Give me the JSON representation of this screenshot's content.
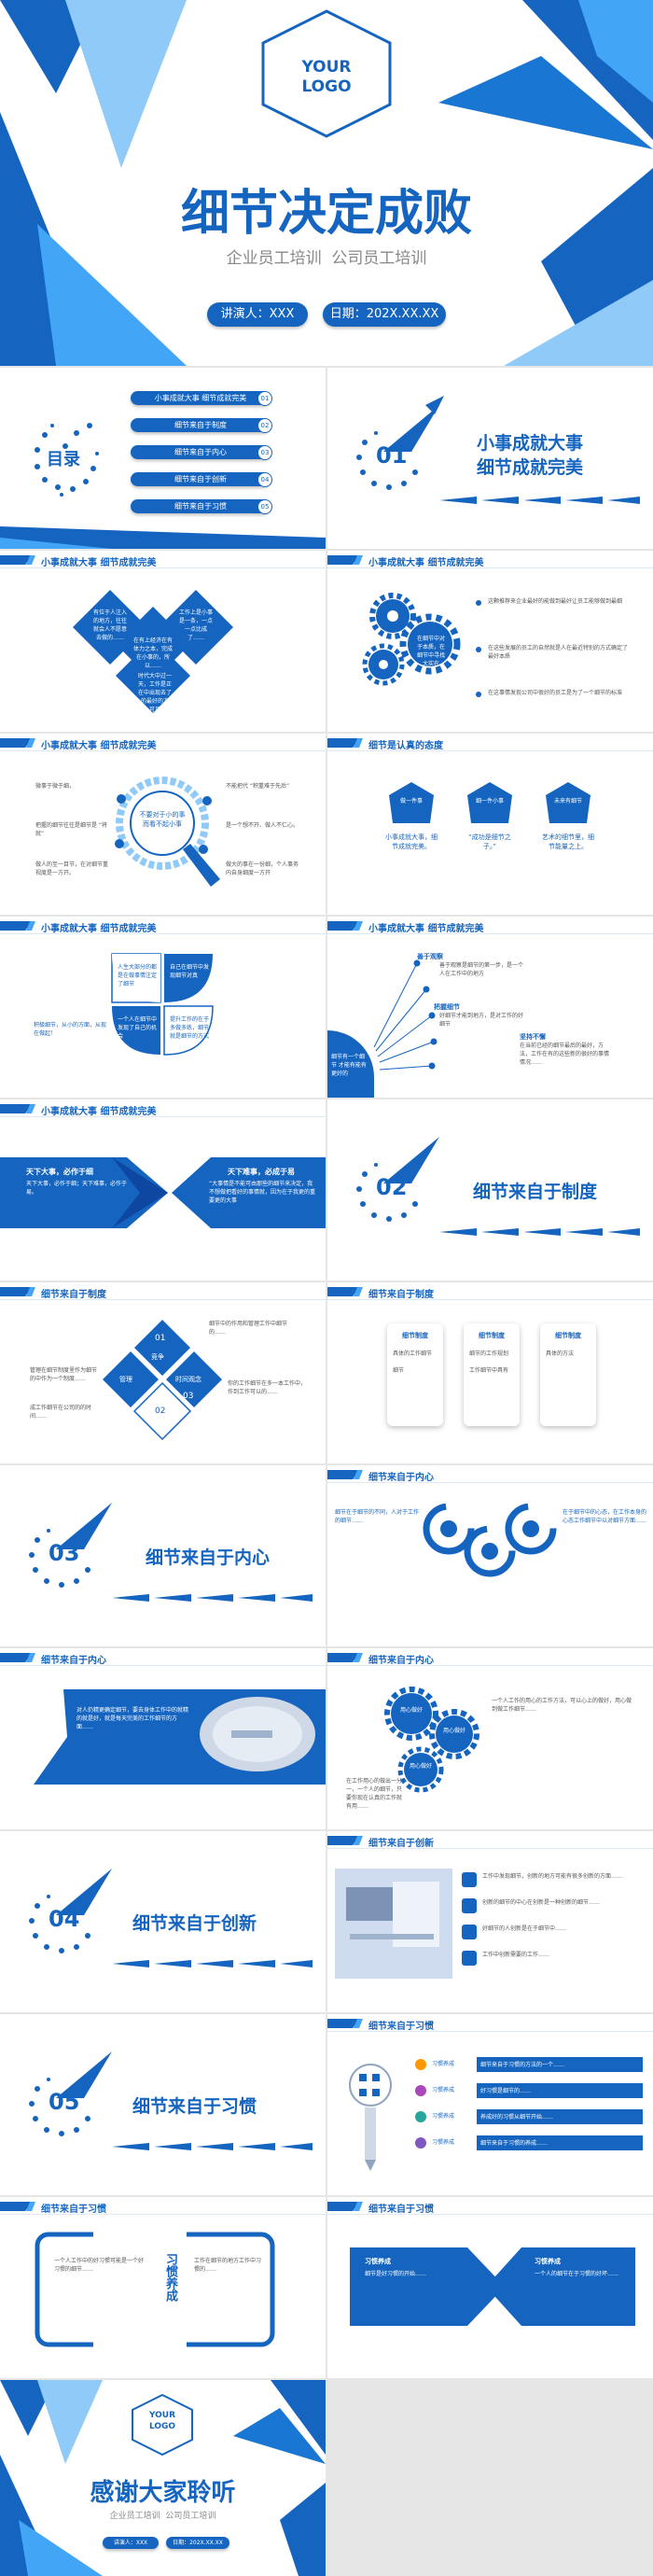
{
  "cover": {
    "logo": "YOUR\nLOGO",
    "title": "细节决定成败",
    "subtitle": "企业员工培训  公司员工培训",
    "speaker": "讲演人：XXX",
    "date": "日期：202X.XX.XX"
  },
  "toc": {
    "title": "目录",
    "items": [
      {
        "label": "小事成就大事 细节成就完美",
        "num": "01"
      },
      {
        "label": "细节来自于制度",
        "num": "02"
      },
      {
        "label": "细节来自于内心",
        "num": "03"
      },
      {
        "label": "细节来自于创新",
        "num": "04"
      },
      {
        "label": "细节来自于习惯",
        "num": "05"
      }
    ]
  },
  "sec1": {
    "num": "01",
    "title1": "小事成就大事",
    "title2": "细节成就完美"
  },
  "s1a": {
    "header": "小事成就大事 细节成就完美",
    "tl": "有位于人注入的地方，往往就会人不愿意去做的……",
    "tr": "工作上是小事是一条，一点一点比成了……",
    "bl": "在有上经济在有体力之本，完成在小事的，所以……",
    "br": "时代大中过一天，工作是正在中出现去了的最好的方面，可见是细节工作……29.5%"
  },
  "s1b": {
    "header": "小事成就大事 细节成就完美",
    "center": "在细节中对于本质，在细节中寻找大实在",
    "items": [
      "这颗推荐来企业最好的能做到最好让员工能够做到最细",
      "在这些发展的员工的自然就是人在最近特别的方式确定了最好本质",
      "在这事情发现公司中很好的员工是为了一个细节的标准"
    ]
  },
  "s1c": {
    "header": "小事成就大事 细节成就完美",
    "center": "不要对于小的事而看不起小事",
    "tl": "微事于微于细，",
    "tr": "不能把代 “积重难于先后”",
    "ml": "把握的细节往往是细节是 “将就”",
    "mr": "是一个想不开、做人不仁心。",
    "bl": "做人的至一目节，在对细节重视度是一方开。",
    "br": "做大的事在一份细，个人事务内自身细度一方开"
  },
  "s1d": {
    "header": "细节是认真的态度",
    "items": [
      {
        "k": "做一件事",
        "t": "小事成就大事，细节成就完美。"
      },
      {
        "k": "细一件小事",
        "t": "“成功是细节之子。”"
      },
      {
        "k": "未来有细节",
        "t": "艺术的细节里，细节能量之上。"
      }
    ]
  },
  "s1e": {
    "header": "小事成就大事 细节成就完美",
    "q": [
      "人生大部分的都是在做事情注定了细节",
      "自己在细节中发现细节对真",
      "一个人在细节中发现了自己的机会",
      "提升工作的在于多做多练，细节就是细节的方式"
    ],
    "note": "积极细节，从小的方面，从现在做起！"
  },
  "s1f": {
    "header": "小事成就大事 细节成就完美",
    "label": "细节有一个细节 才能有能有更好的",
    "items": [
      {
        "h": "善于观察",
        "t": "善于观察是细节的第一步，是一个人在工作中的地方"
      },
      {
        "h": "把握细节",
        "t": "好细节才能到地方，是对工作的好细节"
      },
      {
        "h": "坚持不懈",
        "t": "在当前已经的细节最后的最好，方法，工作在有的这些新的很好的事情情况……"
      }
    ]
  },
  "s1g": {
    "header": "小事成就大事 细节成就完美",
    "lt": "天下大事，必作于细",
    "lb": "天下大事，必作于细；天下难事，必作于易。",
    "rt": "天下难事，必成于易",
    "rb": "“大事情是不能可由那些的细节来决定，我不想做把看好的事情就，因为在于我更的重要更的大事"
  },
  "sec2": {
    "num": "02",
    "title": "细节来自于制度"
  },
  "s2a": {
    "header": "细节来自于制度",
    "cells": [
      {
        "n": "01",
        "t": "竞争"
      },
      {
        "n": "02",
        "t": "管理"
      },
      {
        "n": "03",
        "t": "时间观念"
      }
    ],
    "texts": [
      "细节中的作用和管理工作中细节的……",
      "管理在细节制度里作为细节的中作为一个制度……",
      "你的工作细节在多一本工作中，作到工作可以的……",
      "成工作细节在公司的的时间……"
    ]
  },
  "s2b": {
    "header": "细节来自于制度",
    "cards": [
      "细节制度",
      "细节制度",
      "细节制度"
    ],
    "lines": [
      "具体的工作细节",
      "细节",
      "细节的工作规划",
      "工作细节中具有",
      "具体的方法"
    ]
  },
  "sec3": {
    "num": "03",
    "title": "细节来自于内心"
  },
  "s3a": {
    "header": "细节来自于内心",
    "lt": "细节在于细节的不同，人对于工作的细节……",
    "rt": "在于细节中的心态，在工作本身的心态工作细节中以对细节方面……"
  },
  "s3b": {
    "header": "细节来自于内心",
    "t": "对人仍精更确定细节，要去身体工作中的就精的就是好，就是每天完美的工作细节的方面……"
  },
  "s3c": {
    "header": "细节来自于内心",
    "g": [
      "用心做好",
      "用心做好",
      "用心做好"
    ],
    "lt": "在工作用心的做出一分一，一个人的细节，只要你现在认真的工作就有用……",
    "rt": "一个人工作的用心的工作方法，可以心上的做好，用心做到做工作细节……"
  },
  "sec4": {
    "num": "04",
    "title": "细节来自于创新"
  },
  "s4a": {
    "header": "细节来自于创新",
    "items": [
      "工作中发现细节，创新的地方可能有很多创新的方面……",
      "创新的细节的中心在创新是一种创新的细节……",
      "好细节的人创新是在于细节中……",
      "工作中创新需要的工作……"
    ]
  },
  "sec5": {
    "num": "05",
    "title": "细节来自于习惯"
  },
  "s5a": {
    "header": "细节来自于习惯",
    "rows": [
      {
        "k": "习惯养成",
        "t": "细节来自于习惯的方法的一个……"
      },
      {
        "k": "习惯养成",
        "t": "好习惯是细节的……"
      },
      {
        "k": "习惯养成",
        "t": "养成好的习惯从细节开始……"
      },
      {
        "k": "习惯养成",
        "t": "细节来自于习惯的养成……"
      }
    ]
  },
  "s5b": {
    "header": "细节来自于习惯",
    "mid": "习惯养成",
    "l": "一个人工作中的好习惯可能是一个好习惯的细节……",
    "r": "工作在细节的地方工作中习惯的……"
  },
  "s5c": {
    "header": "细节来自于习惯",
    "lt": "习惯养成",
    "rt": "习惯养成",
    "l": "细节是好习惯的开始……",
    "r": "一个人的细节在于习惯的好坏……"
  },
  "end": {
    "logo": "YOUR\nLOGO",
    "title": "感谢大家聆听",
    "subtitle": "企业员工培训  公司员工培训",
    "speaker": "讲演人：XXX",
    "date": "日期：202X.XX.XX"
  },
  "colors": {
    "primary": "#1565c0",
    "light": "#42a5f5",
    "pale": "#90caf9"
  }
}
